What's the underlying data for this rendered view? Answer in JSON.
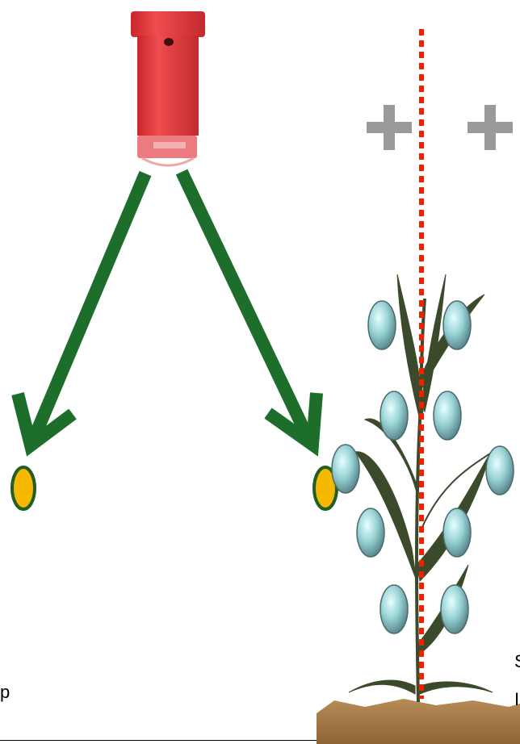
{
  "labels": {
    "left_fragment": "p",
    "right_fragment_1": "S",
    "right_fragment_2": "I"
  },
  "icons": {
    "nozzle": "spray-nozzle-icon",
    "arrows": "down-arrow-icon",
    "plus": "plus-icon",
    "droplet": "droplet-icon",
    "plant": "wheat-plant-icon"
  },
  "colors": {
    "nozzle_red": "#e4393c",
    "arrow_green": "#1c6e2a",
    "spot_yellow": "#f6b800",
    "droplet_cyan": "#9ad4d6",
    "plus_gray": "#9a9a9a",
    "dotted_line": "#ee2200",
    "soil": "#a87b4a",
    "leaf": "#3a4a2a"
  }
}
